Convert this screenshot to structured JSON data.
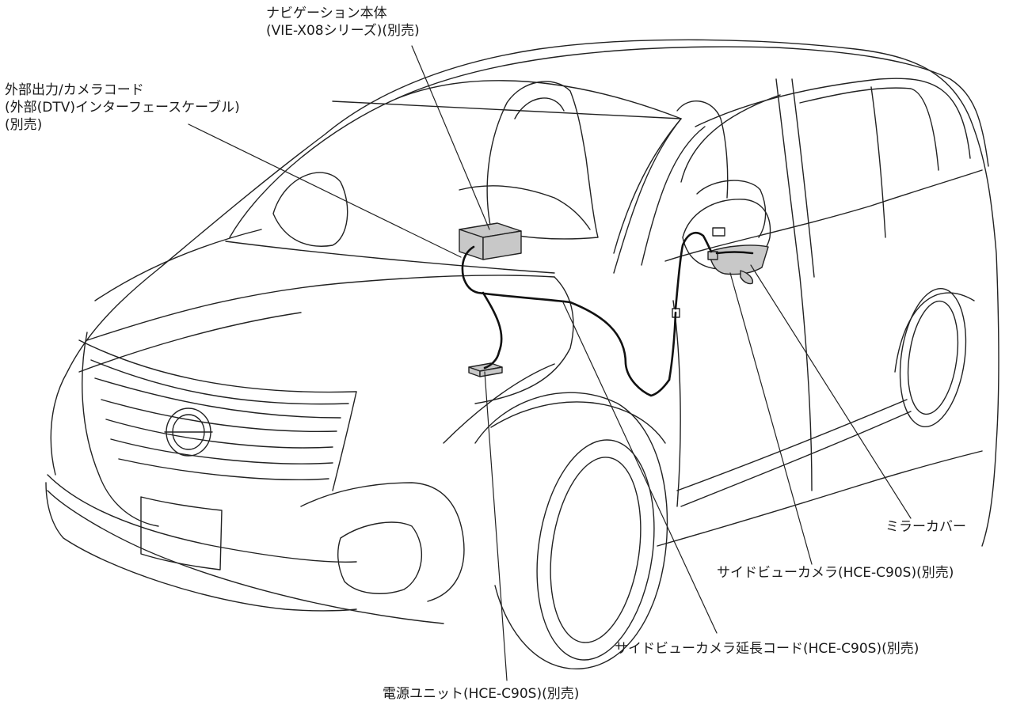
{
  "labels": {
    "nav_unit": {
      "line1": "ナビゲーション本体",
      "line2": "(VIE-X08シリーズ)(別売)"
    },
    "cable": {
      "line1": "外部出力/カメラコード",
      "line2": "(外部(DTV)インターフェースケーブル)",
      "line3": "(別売)"
    },
    "mirror_cover": "ミラーカバー",
    "side_camera": "サイドビューカメラ(HCE-C90S)(別売)",
    "extension_cord": "サイドビューカメラ延長コード(HCE-C90S)(別売)",
    "power_unit": "電源ユニット(HCE-C90S)(別売)"
  },
  "colors": {
    "outline": "#222222",
    "component_fill": "#c8c8c8",
    "cable": "#111111"
  }
}
